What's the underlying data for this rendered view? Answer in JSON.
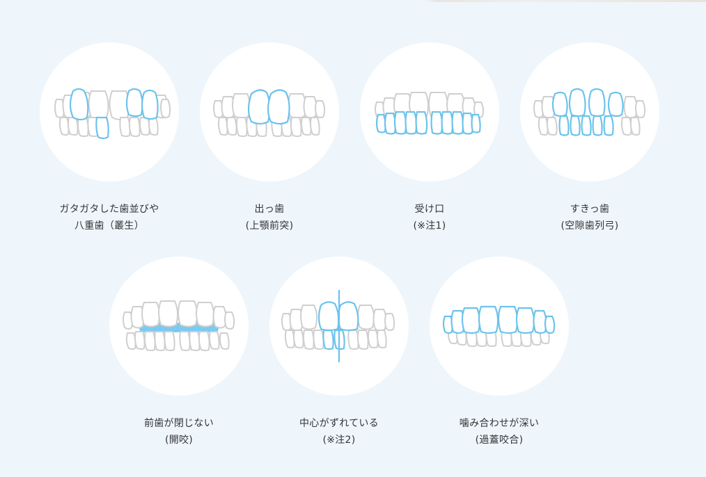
{
  "colors": {
    "background": "#eef6fc",
    "circle": "#ffffff",
    "tooth_outline": "#cfcfcf",
    "highlight": "#6cc3ec",
    "highlight_fill": "#7ccaf1"
  },
  "cards": [
    {
      "line1": "ガタガタした歯並びや",
      "line2": "八重歯（叢生）"
    },
    {
      "line1": "出っ歯",
      "line2": "(上顎前突)"
    },
    {
      "line1": "受け口",
      "line2": "(※注1)"
    },
    {
      "line1": "すきっ歯",
      "line2": "(空隙歯列弓)"
    },
    {
      "line1": "前歯が閉じない",
      "line2": "(開咬)"
    },
    {
      "line1": "中心がずれている",
      "line2": "(※注2)"
    },
    {
      "line1": "噛み合わせが深い",
      "line2": "(過蓋咬合)"
    }
  ]
}
